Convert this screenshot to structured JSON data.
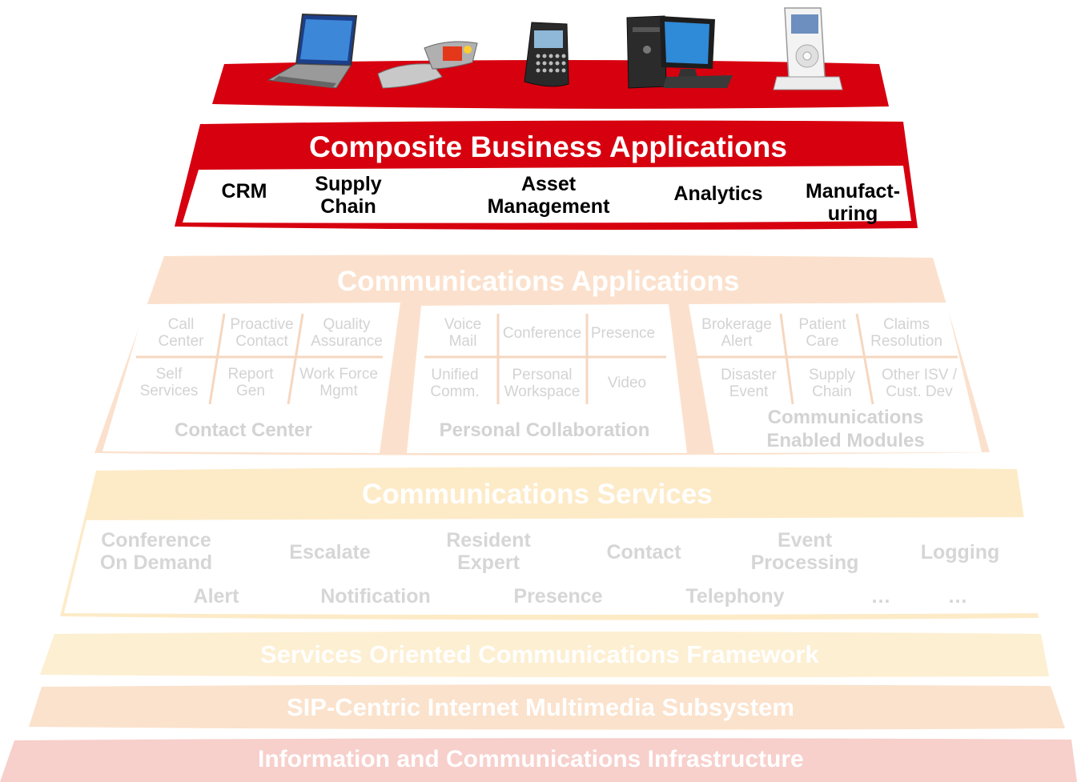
{
  "devices": [
    {
      "name": "laptop-icon"
    },
    {
      "name": "cell-phone-icon"
    },
    {
      "name": "blackberry-icon"
    },
    {
      "name": "desktop-pc-icon"
    },
    {
      "name": "ipod-icon"
    }
  ],
  "composite": {
    "title": "Composite Business Applications",
    "apps": [
      "CRM",
      "Supply\nChain",
      "Asset\nManagement",
      "Analytics",
      "Manufact-\nuring"
    ]
  },
  "comm_apps": {
    "title": "Communications Applications",
    "contact_center": {
      "label": "Contact Center",
      "items": [
        "Call\nCenter",
        "Proactive\nContact",
        "Quality\nAssurance",
        "Self\nServices",
        "Report\nGen",
        "Work Force\nMgmt"
      ]
    },
    "personal_collaboration": {
      "label": "Personal Collaboration",
      "items": [
        "Voice\nMail",
        "Conference",
        "Presence",
        "Unified\nComm.",
        "Personal\nWorkspace",
        "Video"
      ]
    },
    "enabled_modules": {
      "label": "Communications\nEnabled Modules",
      "items": [
        "Brokerage\nAlert",
        "Patient\nCare",
        "Claims\nResolution",
        "Disaster\nEvent",
        "Supply\nChain",
        "Other ISV /\nCust. Dev"
      ]
    }
  },
  "comm_services": {
    "title": "Communications Services",
    "row1": [
      "Conference\nOn Demand",
      "Escalate",
      "Resident\nExpert",
      "Contact",
      "Event\nProcessing",
      "Logging"
    ],
    "row2": [
      "Alert",
      "Notification",
      "Presence",
      "Telephony",
      "…",
      "…"
    ]
  },
  "framework": {
    "title": "Services Oriented Communications Framework"
  },
  "sip": {
    "title": "SIP-Centric Internet Multimedia Subsystem"
  },
  "infrastructure": {
    "title": "Information and Communications Infrastructure"
  },
  "colors": {
    "composite_red": "#d7000f",
    "comm_apps_peach": "#fbe1cd",
    "comm_services_cream": "#fdebc8",
    "framework_cream": "#fdefd2",
    "sip_peach": "#fbe2cc",
    "infra_pink": "#f7cfcb",
    "faded_text": "#d3d3d3"
  }
}
